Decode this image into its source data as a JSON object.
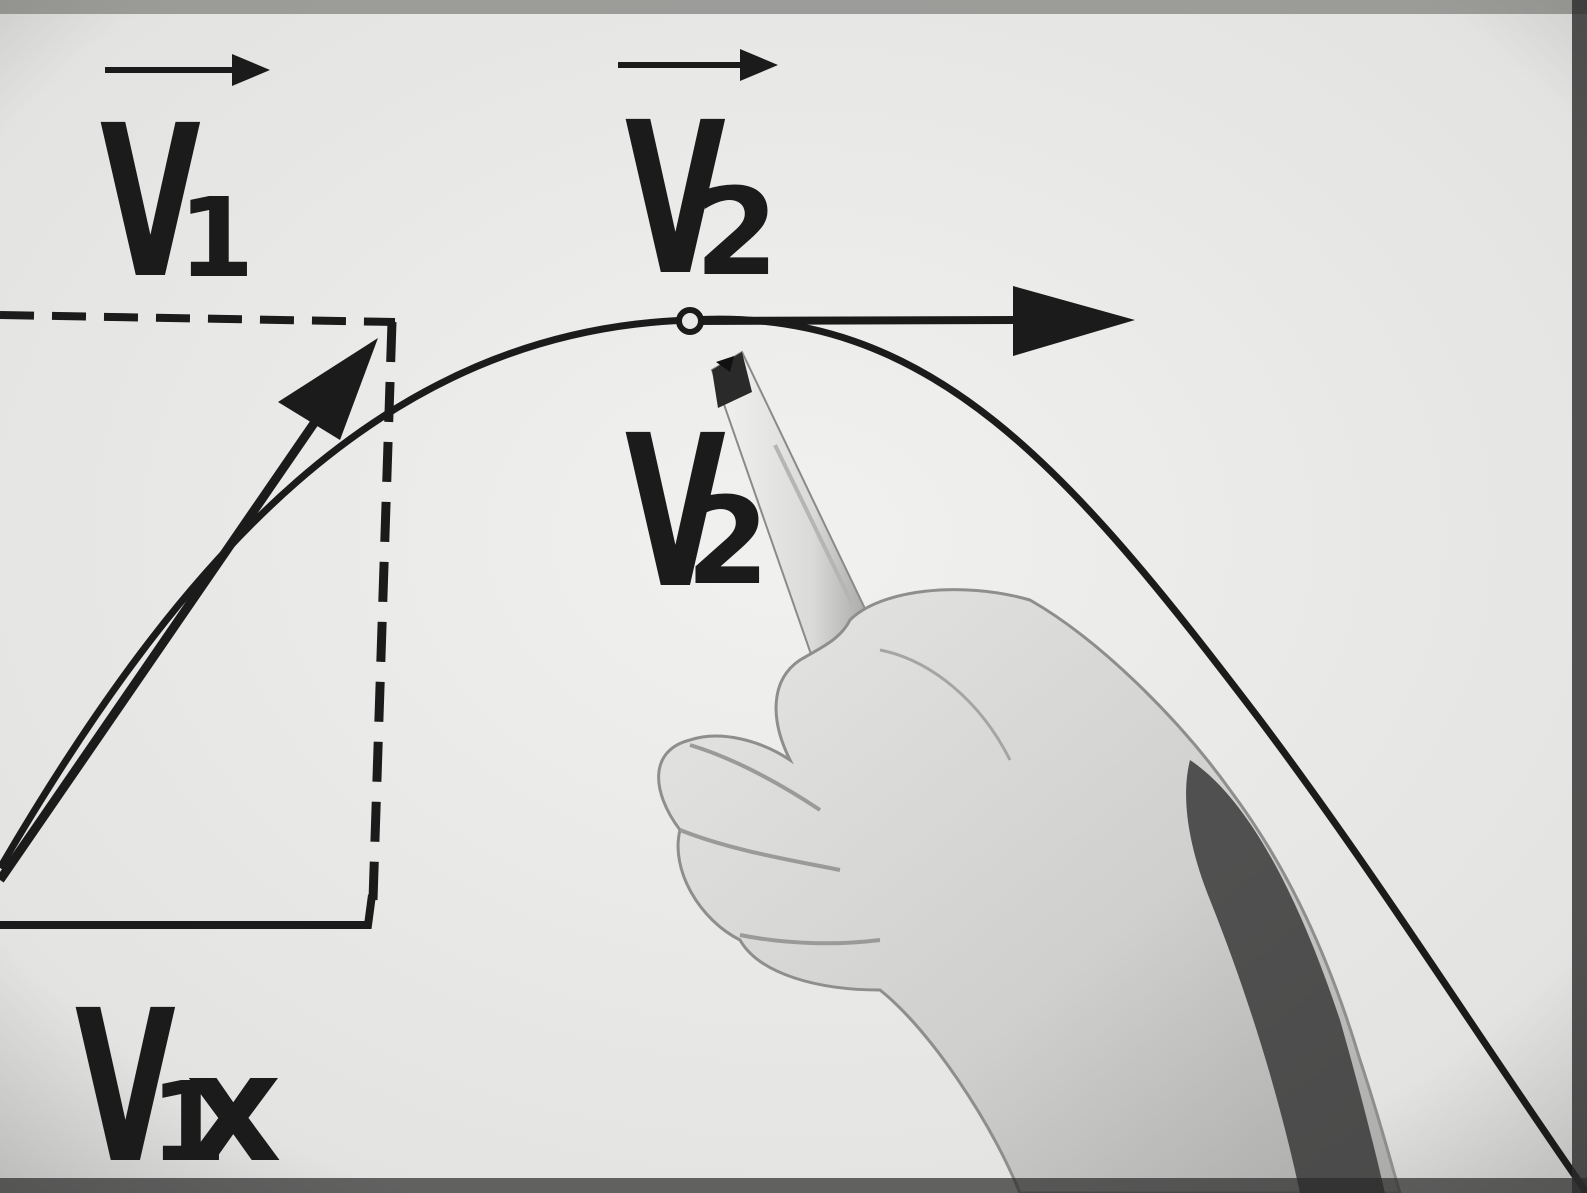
{
  "labels": {
    "v1": {
      "main": "V",
      "sub": "1"
    },
    "v2_top": {
      "main": "V",
      "sub": "2"
    },
    "v2_bottom": {
      "main": "V",
      "sub": "2"
    },
    "v1x": {
      "main": "V",
      "sub": "1",
      "suffix": "x"
    }
  },
  "colors": {
    "background": "#e9e9e7",
    "ink": "#1b1b1b",
    "hand": "#d6d6d4",
    "hand_shadow": "#9a9a98",
    "pencil": "#dcdcda"
  }
}
